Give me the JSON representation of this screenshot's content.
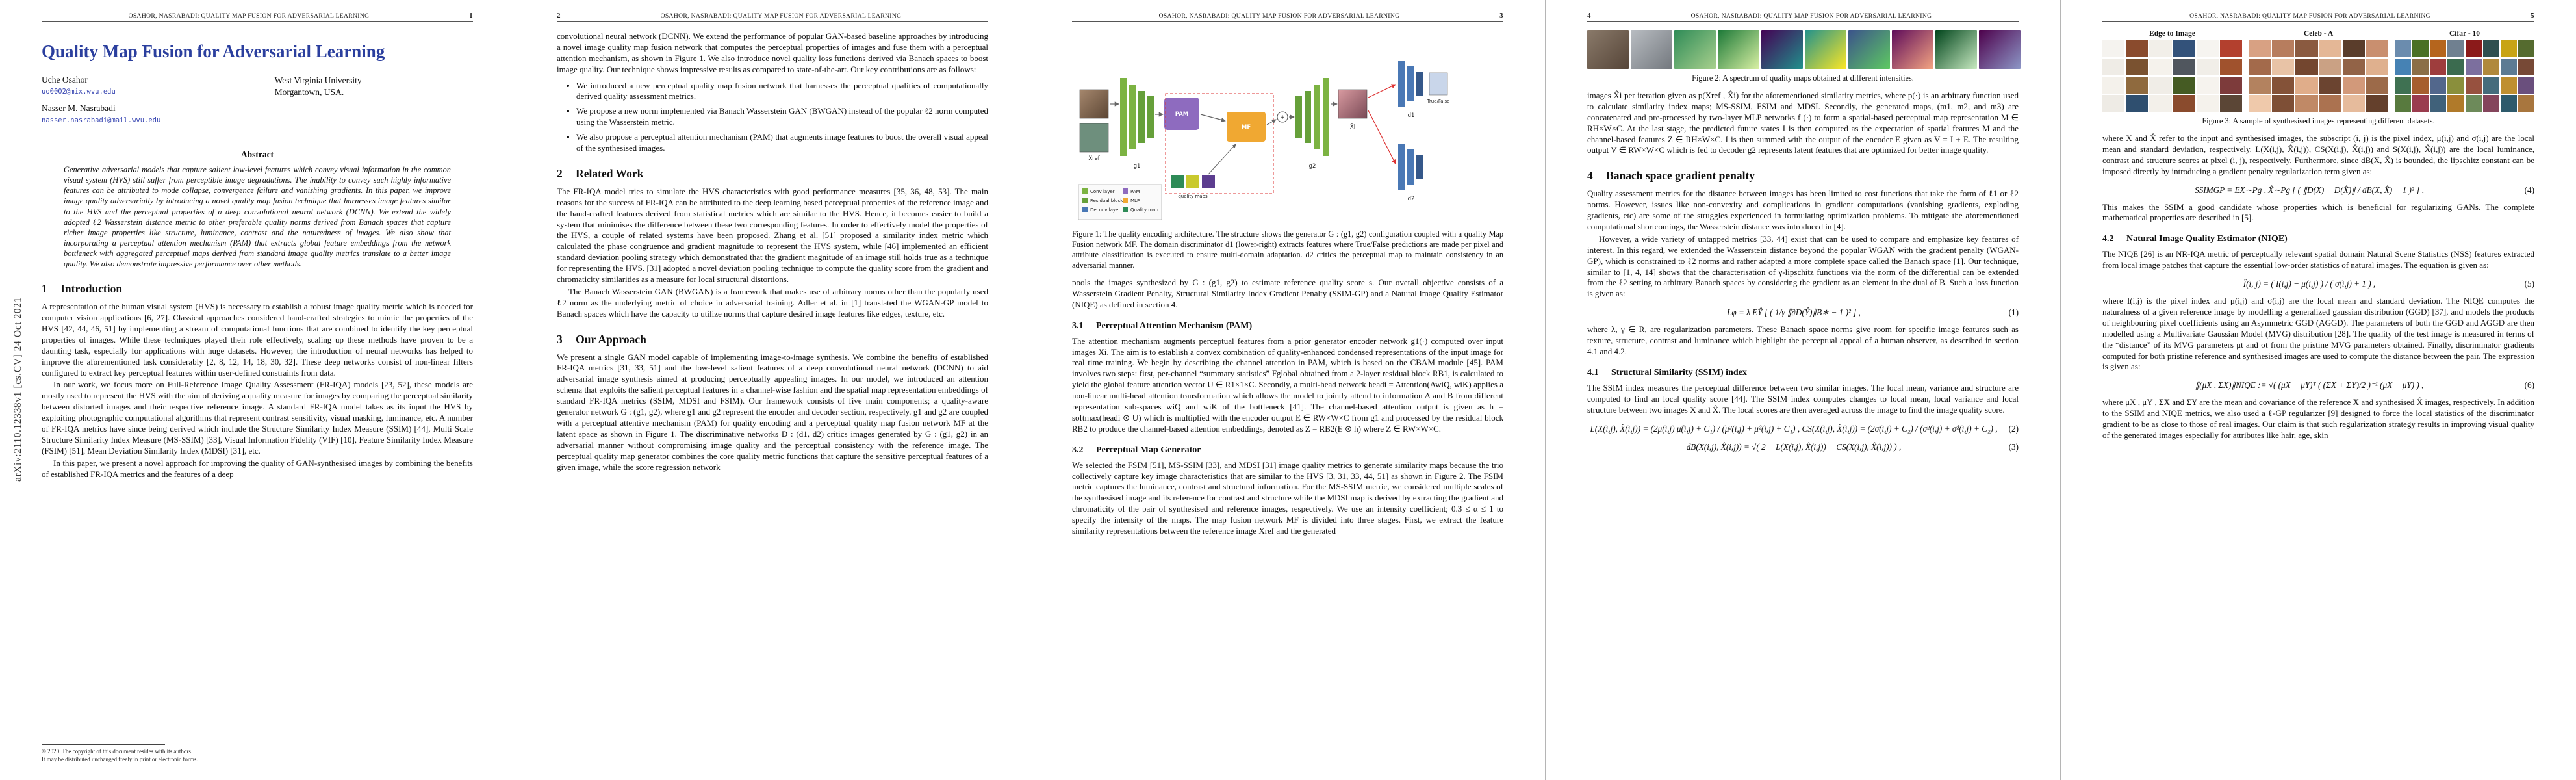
{
  "meta": {
    "running_title": "OSAHOR, NASRABADI: QUALITY MAP FUSION FOR ADVERSARIAL LEARNING",
    "arxiv_stamp": "arXiv:2110.12338v1  [cs.CV]  24 Oct 2021",
    "colors": {
      "title_blue": "#2b3f9e",
      "link_blue": "#3b49b3"
    }
  },
  "page1": {
    "number": "1",
    "title": "Quality Map Fusion for Adversarial Learning",
    "authors": [
      {
        "name": "Uche Osahor",
        "email": "uo0002@mix.wvu.edu"
      },
      {
        "name": "Nasser M. Nasrabadi",
        "email": "nasser.nasrabadi@mail.wvu.edu"
      }
    ],
    "affiliation_lines": [
      "West Virginia University",
      "Morgantown, USA."
    ],
    "abstract_heading": "Abstract",
    "abstract": "Generative adversarial models that capture salient low-level features which convey visual information in the common visual system (HVS) still suffer from perceptible image degradations. The inability to convey such highly informative features can be attributed to mode collapse, convergence failure and vanishing gradients. In this paper, we improve image quality adversarially by introducing a novel quality map fusion technique that harnesses image features similar to the HVS and the perceptual properties of a deep convolutional neural network (DCNN). We extend the widely adopted ℓ2 Wasserstein distance metric to other preferable quality norms derived from Banach spaces that capture richer image properties like structure, luminance, contrast and the naturedness of images. We also show that incorporating a perceptual attention mechanism (PAM) that extracts global feature embeddings from the network bottleneck with aggregated perceptual maps derived from standard image quality metrics translate to a better image quality. We also demonstrate impressive performance over other methods.",
    "sec1": {
      "num": "1",
      "text": "Introduction"
    },
    "intro_p1": "A representation of the human visual system (HVS) is necessary to establish a robust image quality metric which is needed for computer vision applications [6, 27]. Classical approaches considered hand-crafted strategies to mimic the properties of the HVS [42, 44, 46, 51] by implementing a stream of computational functions that are combined to identify the key perceptual properties of images. While these techniques played their role effectively, scaling up these methods have proven to be a daunting task, especially for applications with huge datasets. However, the introduction of neural networks has helped to improve the aforementioned task considerably [2, 8, 12, 14, 18, 30, 32]. These deep networks consist of non-linear filters configured to extract key perceptual features within user-defined constraints from data.",
    "intro_p2": "In our work, we focus more on Full-Reference Image Quality Assessment (FR-IQA) models [23, 52], these models are mostly used to represent the HVS with the aim of deriving a quality measure for images by comparing the perceptual similarity between distorted images and their respective reference image. A standard FR-IQA model takes as its input the HVS by exploiting photographic computational algorithms that represent contrast sensitivity, visual masking, luminance, etc. A number of FR-IQA metrics have since being derived which include the Structure Similarity Index Measure (SSIM) [44], Multi Scale Structure Similarity Index Measure (MS-SSIM) [33], Visual Information Fidelity (VIF) [10], Feature Similarity Index Measure (FSIM) [51], Mean Deviation Similarity Index (MDSI) [31], etc.",
    "intro_p3": "In this paper, we present a novel approach for improving the quality of GAN-synthesised images by combining the benefits of established FR-IQA metrics and the features of a deep",
    "footnote_line1": "© 2020. The copyright of this document resides with its authors.",
    "footnote_line2": "It may be distributed unchanged freely in print or electronic forms."
  },
  "page2": {
    "number": "2",
    "p1": "convolutional neural network (DCNN). We extend the performance of popular GAN-based baseline approaches by introducing a novel image quality map fusion network that computes the perceptual properties of images and fuse them with a perceptual attention mechanism, as shown in Figure 1. We also introduce novel quality loss functions derived via Banach spaces to boost image quality. Our technique shows impressive results as compared to state-of-the-art. Our key contributions are as follows:",
    "bullets": [
      "We introduced a new perceptual quality map fusion network that harnesses the perceptual qualities of computationally derived quality assessment metrics.",
      "We propose a new norm implemented via Banach Wasserstein GAN (BWGAN) instead of the popular ℓ2 norm computed using the Wasserstein metric.",
      "We also propose a perceptual attention mechanism (PAM) that augments image features to boost the overall visual appeal of the synthesised images."
    ],
    "sec2": {
      "num": "2",
      "text": "Related Work"
    },
    "rw_p1": "The FR-IQA model tries to simulate the HVS characteristics with good performance measures [35, 36, 48, 53]. The main reasons for the success of FR-IQA can be attributed to the deep learning based perceptual properties of the reference image and the hand-crafted features derived from statistical metrics which are similar to the HVS. Hence, it becomes easier to build a system that minimises the difference between these two corresponding features. In order to effectively model the properties of the HVS, a couple of related systems have been proposed. Zhang et al. [51] proposed a similarity index metric which calculated the phase congruence and gradient magnitude to represent the HVS system, while [46] implemented an efficient standard deviation pooling strategy which demonstrated that the gradient magnitude of an image still holds true as a technique for representing the HVS. [31] adopted a novel deviation pooling technique to compute the quality score from the gradient and chromaticity similarities as a measure for local structural distortions.",
    "rw_p2": "The Banach Wasserstein GAN (BWGAN) is a framework that makes use of arbitrary norms other than the popularly used ℓ2 norm as the underlying metric of choice in adversarial training. Adler et al. in [1] translated the WGAN-GP model to Banach spaces which have the capacity to utilize norms that capture desired image features like edges, texture, etc.",
    "sec3": {
      "num": "3",
      "text": "Our Approach"
    },
    "oa_p1": "We present a single GAN model capable of implementing image-to-image synthesis. We combine the benefits of established FR-IQA metrics [31, 33, 51] and the low-level salient features of a deep convolutional neural network (DCNN) to aid adversarial image synthesis aimed at producing perceptually appealing images. In our model, we introduced an attention schema that exploits the salient perceptual features in a channel-wise fashion and the spatial map representation embeddings of standard FR-IQA metrics (SSIM, MDSI and FSIM). Our framework consists of five main components; a quality-aware generator network G : (g1, g2), where g1 and g2 represent the encoder and decoder section, respectively. g1 and g2 are coupled with a perceptual attentive mechanism (PAM) for quality encoding and a perceptual quality map fusion network MF at the latent space as shown in Figure 1. The discriminative networks D : (d1, d2) critics images generated by G : (g1, g2) in an adversarial manner without compromising image quality and the perceptual consistency with the reference image. The perceptual quality map generator combines the core quality metric functions that capture the sensitive perceptual features of a given image, while the score regression network"
  },
  "page3": {
    "number": "3",
    "fig1_caption": "Figure 1: The quality encoding architecture. The structure shows the generator G : (g1, g2) configuration coupled with a quality Map Fusion network MF. The domain discriminator d1 (lower-right) extracts features where True/False predictions are made per pixel and attribute classification is executed to ensure multi-domain adaptation. d2 critics the perceptual map to maintain consistency in an adversarial manner.",
    "p1": "pools the images synthesized by G : (g1, g2) to estimate reference quality score s. Our overall objective consists of a Wasserstein Gradient Penalty, Structural Similarity Index Gradient Penalty (SSIM-GP) and a Natural Image Quality Estimator (NIQE) as defined in section 4.",
    "sec31": {
      "num": "3.1",
      "text": "Perceptual Attention Mechanism (PAM)"
    },
    "pam_p1": "The attention mechanism augments perceptual features from a prior generator encoder network g1(·) computed over input images Xi. The aim is to establish a convex combination of quality-enhanced condensed representations of the input image for real time training. We begin by describing the channel attention in PAM, which is based on the CBAM module [45]. PAM involves two steps: first, per-channel “summary statistics” Fglobal obtained from a 2-layer residual block RB1, is calculated to yield the global feature attention vector U ∈ R1×1×C. Secondly, a multi-head network headi = Attention(AwiQ, wiK) applies a non-linear multi-head attention transformation which allows the model to jointly attend to information A and B from different representation sub-spaces wiQ and wiK of the bottleneck [41]. The channel-based attention output is given as h = softmax(headi ⊙ U) which is multiplied with the encoder output E ∈ RW×W×C from g1 and processed by the residual block RB2 to produce the channel-based attention embeddings, denoted as Z = RB2(E ⊙ h) where Z ∈ RW×W×C.",
    "sec32": {
      "num": "3.2",
      "text": "Perceptual Map Generator"
    },
    "pmg_p1": "We selected the FSIM [51], MS-SSIM [33], and MDSI [31] image quality metrics to generate similarity maps because the trio collectively capture key image characteristics that are similar to the HVS [3, 31, 33, 44, 51] as shown in Figure 2. The FSIM metric captures the luminance, contrast and structural information. For the MS-SSIM metric, we considered multiple scales of the synthesised image and its reference for contrast and structure while the MDSI map is derived by extracting the gradient and chromaticity of the pair of synthesised and reference images, respectively. We use an intensity coefficient; 0.3 ≤ α ≤ 1 to specify the intensity of the maps. The map fusion network MF is divided into three stages. First, we extract the feature similarity representations between the reference image Xref and the generated"
  },
  "page4": {
    "number": "4",
    "fig2_caption": "Figure 2: A spectrum of quality maps obtained at different intensities.",
    "p1": "images X̂i per iteration given as p(Xref , X̂i) for the aforementioned similarity metrics, where p(·) is an arbitrary function used to calculate similarity index maps; MS-SSIM, FSIM and MDSI. Secondly, the generated maps, (m1, m2, and m3) are concatenated and pre-processed by two-layer MLP networks f (·) to form a spatial-based perceptual map representation M ∈ RH×W×C. At the last stage, the predicted future states I is then computed as the expectation of spatial features M and the channel-based features Z ∈ RH×W×C. I is then summed with the output of the encoder E given as V = I + E. The resulting output V ∈ RW×W×C which is fed to decoder g2 represents latent features that are optimized for better image quality.",
    "sec4": {
      "num": "4",
      "text": "Banach space gradient penalty"
    },
    "b_p1": "Quality assessment metrics for the distance between images has been limited to cost functions that take the form of ℓ1 or ℓ2 norms. However, issues like non-convexity and complications in gradient computations (vanishing gradients, exploding gradients, etc) are some of the struggles experienced in formulating optimization problems. To mitigate the aforementioned computational shortcomings, the Wasserstein distance was introduced in [4].",
    "b_p2": "However, a wide variety of untapped metrics [33, 44] exist that can be used to compare and emphasize key features of interest. In this regard, we extended the Wasserstein distance beyond the popular WGAN with the gradient penalty (WGAN-GP), which is constrained to ℓ2 norms and rather adapted a more complete space called the Banach space [1]. Our technique, similar to [1, 4, 14] shows that the characterisation of γ-lipschitz functions via the norm of the differential can be extended from the ℓ2 setting to arbitrary Banach spaces by considering the gradient as an element in the dual of B. Such a loss function is given as:",
    "eq1": "Lφ = λ EŶ [ ( 1/γ ∥∂D(Ŷ)∥B∗ − 1 )² ] ,",
    "eq1_label": "(1)",
    "eq1_after": "where λ, γ ∈ R, are regularization parameters. These Banach space norms give room for specific image features such as texture, structure, contrast and luminance which highlight the perceptual appeal of a human observer, as described in section 4.1 and 4.2.",
    "sec41": {
      "num": "4.1",
      "text": "Structural Similarity (SSIM) index"
    },
    "ssim_p1": "The SSIM index measures the perceptual difference between two similar images. The local mean, variance and structure are computed to find an local quality score [44]. The SSIM index computes changes to local mean, local variance and local structure between two images X and X̂. The local scores are then averaged across the image to find the image quality score.",
    "eq2": "L(X(i,j), X̂(i,j)) = (2μ(i,j) μ̂(i,j) + C₁) / (μ²(i,j) + μ̂²(i,j) + C₁) ,     CS(X(i,j), X̂(i,j)) = (2σ(i,j) + C₂) / (σ²(i,j) + σ̂²(i,j) + C₂) ,",
    "eq2_label": "(2)",
    "eq3": "dB(X(i,j), X̂(i,j)) = √( 2 − L(X(i,j), X̂(i,j)) − CS(X(i,j), X̂(i,j)) ) ,",
    "eq3_label": "(3)"
  },
  "page5": {
    "number": "5",
    "fig3_caption": "Figure 3: A sample of synthesised images representing different datasets.",
    "p1": "where X and X̂ refer to the input and synthesised images, the subscript (i, j) is the pixel index, μ(i,j) and σ(i,j) are the local mean and standard deviation, respectively. L(X(i,j), X̂(i,j)), CS(X(i,j), X̂(i,j)) and S(X(i,j), X̂(i,j)) are the local luminance, contrast and structure scores at pixel (i, j), respectively. Furthermore, since dB(X, X̂) is bounded, the lipschitz constant can be imposed directly by introducing a gradient penalty regularization term given as:",
    "eq4": "SSIMGP = EX∼Pg , X̂∼Pg [ ( ∥D(X) − D(X̂)∥ / dB(X, X̂) − 1 )² ] ,",
    "eq4_label": "(4)",
    "p2": "This makes the SSIM a good candidate whose properties which is beneficial for regularizing GANs. The complete mathematical properties are described in [5].",
    "sec42": {
      "num": "4.2",
      "text": "Natural Image Quality Estimator (NIQE)"
    },
    "niqe_p1": "The NIQE [26] is an NR-IQA metric of perceptually relevant spatial domain Natural Scene Statistics (NSS) features extracted from local image patches that capture the essential low-order statistics of natural images. The equation is given as:",
    "eq5": "Î(i, j) = ( I(i,j) − μ(i,j) ) / ( σ(i,j) + 1 ) ,",
    "eq5_label": "(5)",
    "niqe_p2": "where I(i,j) is the pixel index and μ(i,j) and σ(i,j) are the local mean and standard deviation. The NIQE computes the naturalness of a given reference image by modelling a generalized gaussian distribution (GGD) [37], and models the products of neighbouring pixel coefficients using an Asymmetric GGD (AGGD). The parameters of both the GGD and AGGD are then modelled using a Multivariate Gaussian Model (MVG) distribution [28]. The quality of the test image is measured in terms of the “distance” of its MVG parameters μt and σt from the pristine MVG parameters obtained. Finally, discriminator gradients computed for both pristine reference and synthesised images are used to compute the distance between the pair. The expression is given as:",
    "eq6": "∥(μX , ΣX)∥NIQE := √( (μX − μY)ᵀ ( (ΣX + ΣY)/2 )⁻¹ (μX − μY) ) ,",
    "eq6_label": "(6)",
    "niqe_p3": "where μX , μY , ΣX and ΣY are the mean and covariance of the reference X and synthesised X̂ images, respectively. In addition to the SSIM and NIQE metrics, we also used a ℓ-GP regularizer [9] designed to force the local statistics of the discriminator gradient to be as close to those of real images. Our claim is that such regularization strategy results in improving visual quality of the generated images especially for attributes like hair, age, skin"
  },
  "figures": {
    "fig1": {
      "labels": {
        "input": "Xref",
        "g1": "g1",
        "pam": "PAM",
        "mf": "MF",
        "g2": "g2",
        "output": "X̂i",
        "d1": "d1",
        "d2": "d2",
        "tf": "True/False",
        "maps": "quality maps"
      },
      "legend": [
        "Conv layer",
        "Residual block",
        "Deconv layer",
        "PAM",
        "MLP",
        "Quality map"
      ]
    },
    "fig2": {
      "tiles": [
        "linear-gradient(135deg,#8a7a6a,#564538)",
        "linear-gradient(135deg,#b9bdc2,#73787e)",
        "linear-gradient(135deg,#2e8b57,#a8d08d)",
        "linear-gradient(135deg,#1b7837,#d9f0a3)",
        "linear-gradient(135deg,#440154,#21918c)",
        "linear-gradient(135deg,#21918c,#fde725)",
        "linear-gradient(135deg,#3b528b,#5ec962)",
        "linear-gradient(135deg,#5e0b5a,#f4a582)",
        "linear-gradient(135deg,#00441b,#c7e9c0)",
        "linear-gradient(135deg,#4d004b,#8c96c6)"
      ]
    },
    "fig3": {
      "headers": [
        "Edge to Image",
        "Celeb - A",
        "Cifar - 10"
      ],
      "edge_tiles": [
        "#f5f3ef",
        "#8a4b2d",
        "#f2efe9",
        "#33527a",
        "#f6f4f0",
        "#b3402e",
        "#efece6",
        "#7a5230",
        "#f5f2ec",
        "#50565e",
        "#f1eee8",
        "#a0522d",
        "#f4f1eb",
        "#8f6a3e",
        "#f0ede7",
        "#455b23",
        "#f6f3ee",
        "#7d3b3b",
        "#eeebe5",
        "#2f4f6f",
        "#f3f0ea",
        "#8a4b2d",
        "#f5f2ec",
        "#5b4636"
      ],
      "celeb_tiles": [
        "#d8a183",
        "#b77d5e",
        "#8a5a40",
        "#e4b796",
        "#5a3d2b",
        "#c98f6f",
        "#a36a4b",
        "#e8c3a6",
        "#73462f",
        "#caa184",
        "#926347",
        "#dfb08e",
        "#b3825f",
        "#845238",
        "#e0ad8a",
        "#6b4430",
        "#d2997a",
        "#9c6a49",
        "#efc9ab",
        "#7e4f36",
        "#c08966",
        "#ab7250",
        "#e6bb9c",
        "#64402c"
      ],
      "cifar_tiles": [
        "#6b8cae",
        "#4a7023",
        "#b5651d",
        "#708090",
        "#8b1a1a",
        "#2f4f4f",
        "#c8a415",
        "#556b2f",
        "#4682b4",
        "#8b6f47",
        "#9e3d3d",
        "#3b6b4f",
        "#7c6f9e",
        "#b0893c",
        "#5d7b93",
        "#774936",
        "#3f7152",
        "#a65e2e",
        "#52678c",
        "#8a8f3c",
        "#97513f",
        "#456c7c",
        "#bf8f30",
        "#6a4f7d",
        "#587a3e",
        "#9a3c4e",
        "#40617a",
        "#b07a2a",
        "#6d8a5a",
        "#84455c",
        "#2e5a6b",
        "#a8763e"
      ]
    }
  }
}
